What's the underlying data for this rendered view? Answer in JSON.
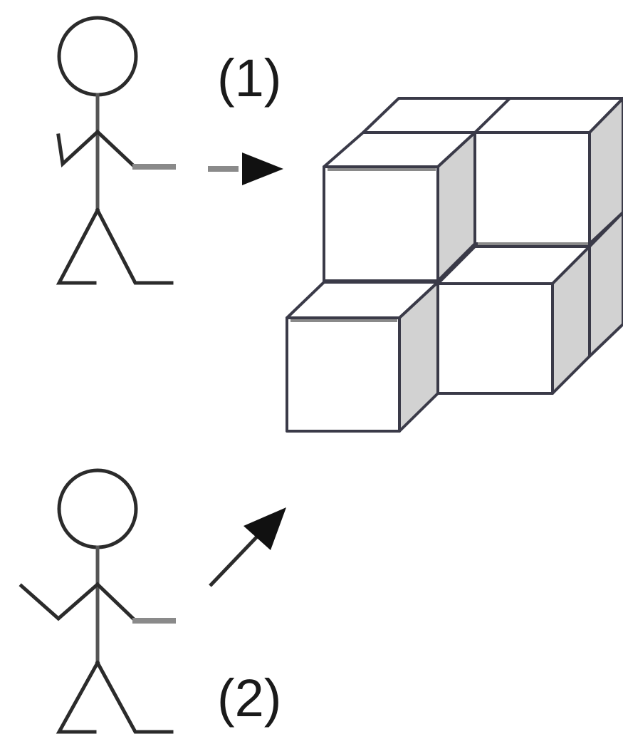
{
  "labels": {
    "view1": "(1)",
    "view2": "(2)"
  },
  "colors": {
    "line": "#2b2b2b",
    "arm": "#8a8a8a",
    "face_top": "#ffffff",
    "face_front": "#ffffff",
    "face_side": "#d2d2d2",
    "edge": "#3a3a48"
  },
  "icons": {
    "observer_1": "stick-figure",
    "observer_2": "stick-figure",
    "direction_1": "arrow-right-dashed",
    "direction_2": "arrow-up-right"
  }
}
